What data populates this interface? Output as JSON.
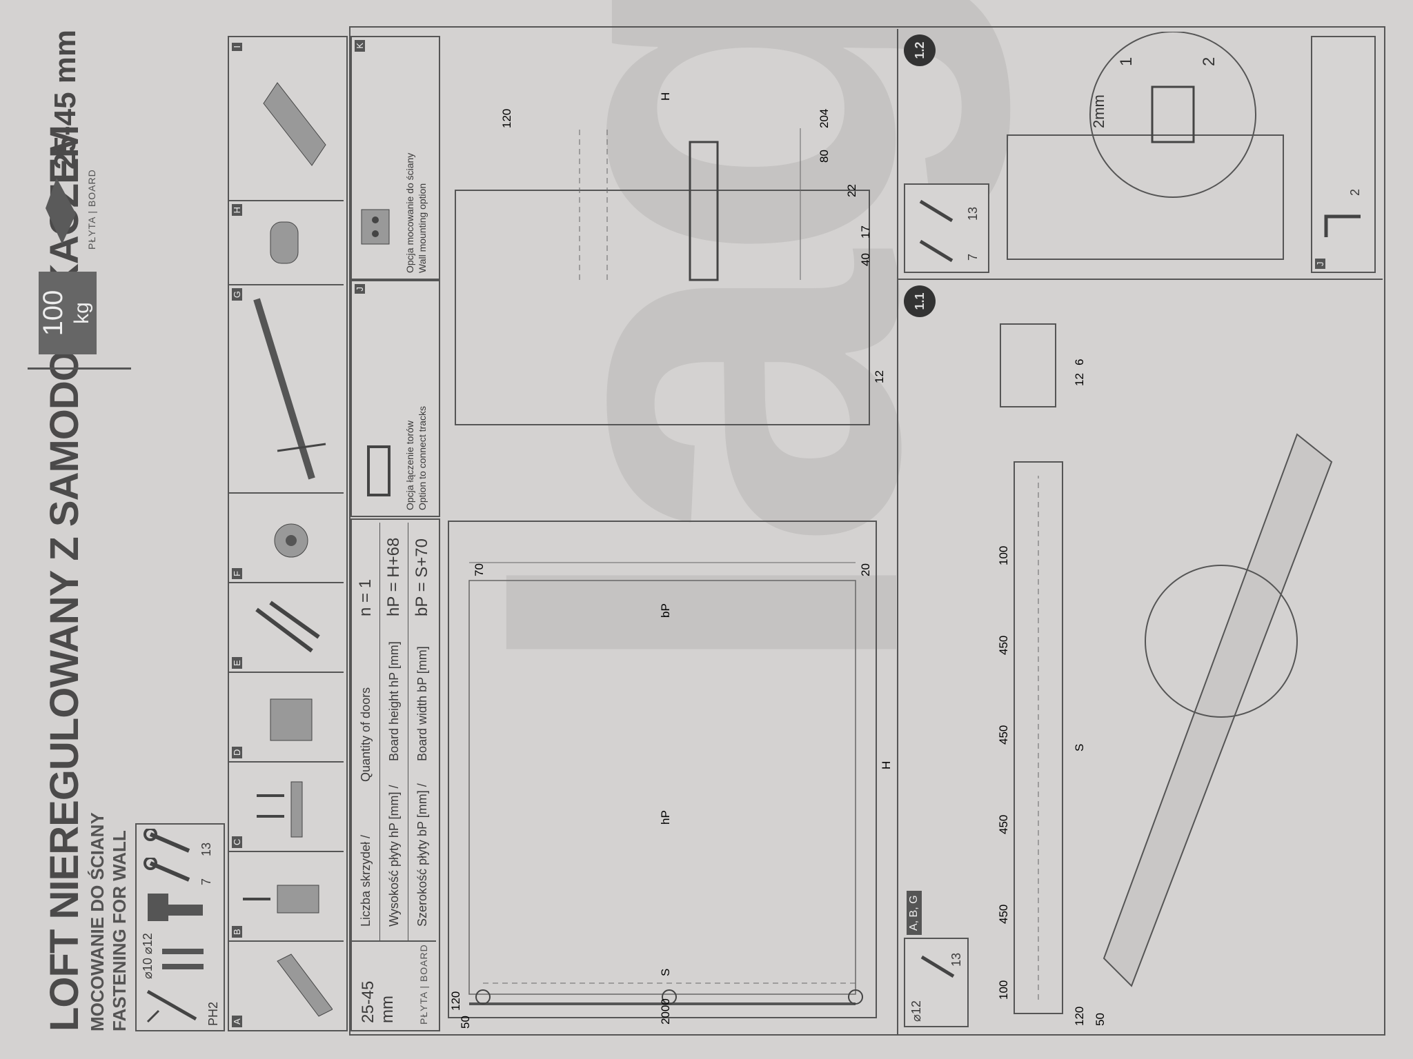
{
  "header": {
    "title": "LOFT NIEREGULOWANY Z SAMODOMYKACZEM",
    "subtitle_pl": "MOCOWANIE DO ŚCIANY",
    "subtitle_en": "FASTENING FOR WALL",
    "load_value": "100",
    "load_unit": "kg",
    "board_label": "PŁYTA | BOARD",
    "board_thickness": "25-45 mm"
  },
  "tools": {
    "screwdriver": "PH2",
    "drill": "⌀10 ⌀12",
    "wrench_small": "7",
    "wrench_large": "13"
  },
  "parts": [
    "A",
    "B",
    "C",
    "D",
    "E",
    "F",
    "G",
    "H",
    "I",
    "J",
    "K"
  ],
  "part_notes": {
    "j_pl": "Opcja łączenie torów",
    "j_en": "Option to connect tracks",
    "k_pl": "Opcja mocowanie do ściany",
    "k_en": "Wall mounting option"
  },
  "spec_table": {
    "board_thickness": "25-45 mm",
    "board_label": "PŁYTA | BOARD",
    "rows": [
      {
        "label_pl": "Liczba skrzydeł /",
        "label_en": "Quantity of doors",
        "formula": "n = 1"
      },
      {
        "label_pl": "Wysokość płyty hP [mm] /",
        "label_en": "Board height hP [mm]",
        "formula": "hP = H+68"
      },
      {
        "label_pl": "Szerokość płyty bP [mm] /",
        "label_en": "Board width bP [mm]",
        "formula": "bP = S+70"
      }
    ]
  },
  "front_view_dims": {
    "d50": "50",
    "d120": "120",
    "d2000": "2000",
    "dS": "S",
    "dhP": "hP",
    "dbP": "bP",
    "d20": "20",
    "d70": "70",
    "dH": "H"
  },
  "side_view_dims": {
    "d204": "204",
    "d80": "80",
    "d22": "22",
    "d12": "12",
    "d17": "17",
    "d40": "40",
    "d120": "120",
    "dH": "H"
  },
  "steps": {
    "s11": "1.1",
    "s12": "1.2",
    "s11_tools": [
      "⌀12",
      "13"
    ],
    "s11_parts": "A, B, G",
    "s12_tools": [
      "7",
      "13"
    ],
    "s12_gap": "2mm",
    "s12_arrow1": "1",
    "s12_arrow2": "2",
    "track_dims": [
      "100",
      "450",
      "450",
      "450",
      "450",
      "100"
    ],
    "track_s": "S",
    "track_120": "120",
    "track_50": "50",
    "rail_dims": [
      "12",
      "6"
    ],
    "inset_j": "J",
    "inset_j_tool": "2"
  },
  "watermark": "laguna"
}
